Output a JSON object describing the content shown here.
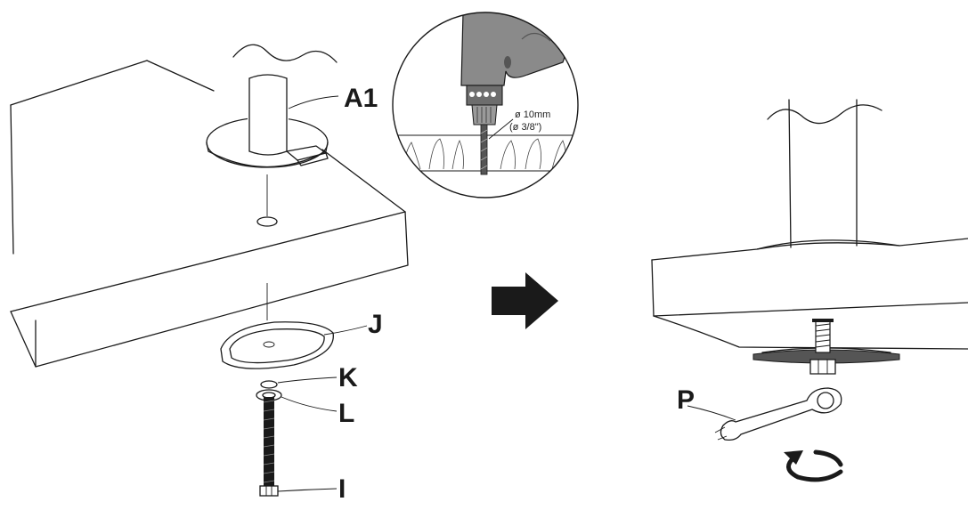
{
  "labels": {
    "post": "A1",
    "plate": "J",
    "washer_k": "K",
    "washer_l": "L",
    "bolt": "I",
    "wrench": "P"
  },
  "drill_spec": {
    "metric": "ø 10mm",
    "imperial": "(ø 3/8\")"
  },
  "icons": {
    "step_arrow": "right-arrow-icon",
    "rotate": "rotate-clockwise-icon"
  },
  "colors": {
    "ink": "#1a1a1a",
    "background": "#ffffff"
  }
}
